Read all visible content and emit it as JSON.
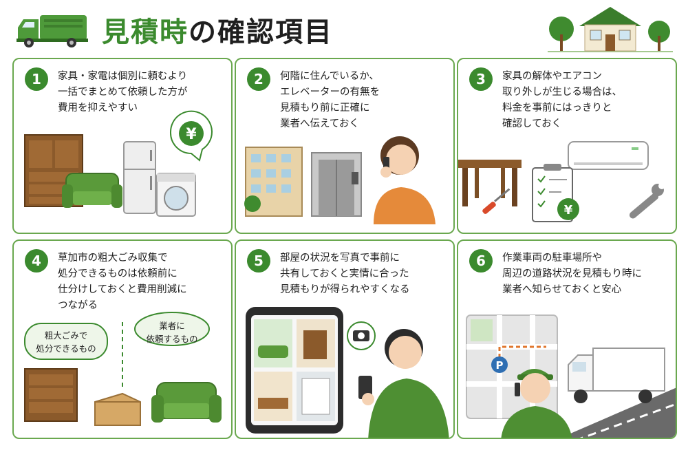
{
  "title": {
    "main": "見積時",
    "sub": "の確認項目"
  },
  "cards": [
    {
      "number": "1",
      "text": "家具・家電は個別に頼むより\n一括でまとめて依頼した方が\n費用を抑えやすい",
      "icon": "yen-coin-icon",
      "symbol": "¥"
    },
    {
      "number": "2",
      "text": "何階に住んでいるか、\nエレベーターの有無を\n見積もり前に正確に\n業者へ伝えておく"
    },
    {
      "number": "3",
      "text": "家具の解体やエアコン\n取り外しが生じる場合は、\n料金を事前にはっきりと\n確認しておく",
      "symbol": "¥"
    },
    {
      "number": "4",
      "text": "草加市の粗大ごみ収集で\n処分できるものは依頼前に\n仕分けしておくと費用削減に\nつながる",
      "bubble_left": [
        "粗大ごみで",
        "処分できるもの"
      ],
      "bubble_right": [
        "業者に",
        "依頼するもの"
      ]
    },
    {
      "number": "5",
      "text": "部屋の状況を写真で事前に\n共有しておくと実情に合った\n見積もりが得られやすくなる"
    },
    {
      "number": "6",
      "text": "作業車両の駐車場所や\n周辺の道路状況を見積もり時に\n業者へ知らせておくと安心",
      "map_marker": "P"
    }
  ],
  "colors": {
    "accent": "#3b8a2e",
    "border": "#6aa84f",
    "wood": "#8b5a2b",
    "sofa": "#5a9a3a"
  }
}
